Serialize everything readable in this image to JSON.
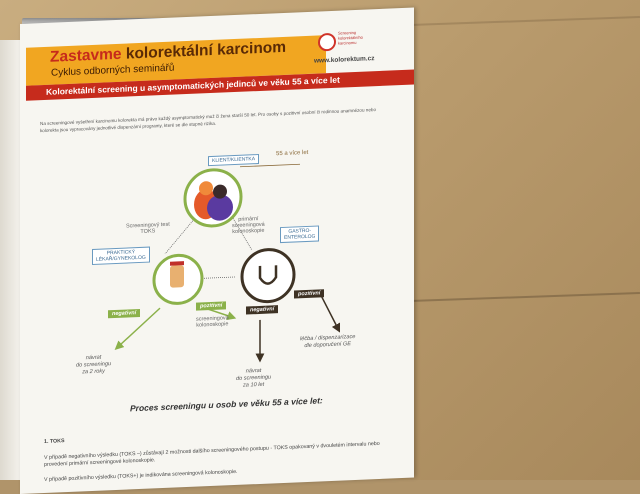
{
  "poster": {
    "title_part1": "Zastavme",
    "title_part2": "kolorektální karcinom",
    "subtitle": "Cyklus odborných seminářů",
    "logo_text": "Screening kolorektálního karcinomu",
    "url": "www.kolorektum.cz",
    "banner": "Kolorektální screening u asymptomatických jedinců ve věku 55 a více let",
    "intro": "Na screeningové vyšetření karcinomu kolorekta má právo každý asymptomatický muž či žena starší 50 let. Pro osoby s pozitivní osobní či rodinnou anamnézou nebo kolorekta jsou vypracovány jednotlivé dispenzární programy, které se dle stupně rizika."
  },
  "diagram": {
    "client_label": "KLIENT/KLIENTKA",
    "client_age": "55 a více let",
    "gp_label_1": "PRAKTICKÝ",
    "gp_label_2": "LÉKAŘ/GYNEKOLOG",
    "ge_label_1": "GASTRO-",
    "ge_label_2": "ENTEROLOG",
    "edge_toks_1": "Screeningový test",
    "edge_toks_2": "TOKS",
    "edge_primary_1": "primární",
    "edge_primary_2": "screeningová",
    "edge_primary_3": "kolonoskopie",
    "edge_secondary_1": "screeningová",
    "edge_secondary_2": "kolonoskopie",
    "gp_negative": "negativní",
    "gp_positive": "pozitivní",
    "ge_negative": "negativní",
    "ge_positive": "pozitivní",
    "return_2y_1": "návrat",
    "return_2y_2": "do screeningu",
    "return_2y_3": "za 2 roky",
    "return_10y_1": "návrat",
    "return_10y_2": "do screeningu",
    "return_10y_3": "za 10 let",
    "treatment_1": "léčba / dispenzarizace",
    "treatment_2": "dle doporučení GE"
  },
  "process": {
    "title": "Proces screeningu u osob ve věku 55 a více let:",
    "section1": "1. TOKS",
    "p1": "V případě negativního výsledku (TOKS –) zůstávají 2 možnosti dalšího screeningového postupu - TOKS opakovaný v dvouletém intervalu nebo provedení primární screeningové kolonoskopie.",
    "p2": "V případě pozitivního výsledku (TOKS+) je indikována screeningová kolonoskopie."
  },
  "colors": {
    "orange": "#f1a621",
    "red": "#c62b1c",
    "green": "#8bb14a",
    "brown": "#3e3224"
  }
}
